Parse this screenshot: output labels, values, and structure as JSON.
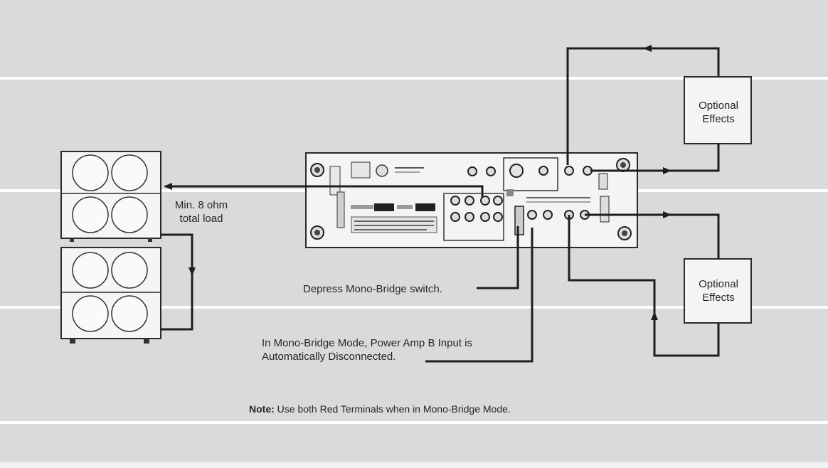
{
  "labels": {
    "load_line1": "Min. 8 ohm",
    "load_line2": "total load",
    "effects_top_line1": "Optional",
    "effects_top_line2": "Effects",
    "effects_bottom_line1": "Optional",
    "effects_bottom_line2": "Effects",
    "mono_bridge_switch": "Depress Mono-Bridge switch.",
    "disconnect_line1": "In Mono-Bridge Mode, Power Amp B Input is",
    "disconnect_line2": "Automatically Disconnected."
  },
  "note": {
    "prefix": "Note:",
    "text": " Use both Red Terminals when in Mono-Bridge Mode."
  },
  "colors": {
    "background": "#dadada",
    "band": "#ffffff",
    "line": "#1e1e1e",
    "panel": "#f4f4f4",
    "cabinet": "#f5f5f5"
  }
}
